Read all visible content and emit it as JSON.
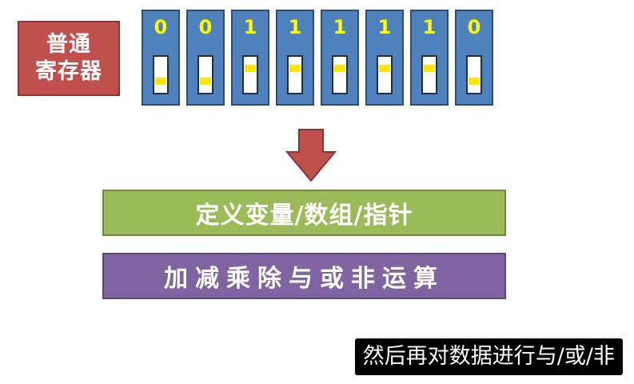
{
  "register_label": {
    "line1": "普通",
    "line2": "寄存器"
  },
  "bits": [
    {
      "value": "0",
      "switch_level": 0
    },
    {
      "value": "0",
      "switch_level": 0
    },
    {
      "value": "1",
      "switch_level": 1
    },
    {
      "value": "1",
      "switch_level": 1
    },
    {
      "value": "1",
      "switch_level": 1
    },
    {
      "value": "1",
      "switch_level": 1
    },
    {
      "value": "1",
      "switch_level": 1
    },
    {
      "value": "0",
      "switch_level": 0
    }
  ],
  "boxes": {
    "define": "定义变量/数组/指针",
    "operations": "加减乘除与或非运算"
  },
  "subtitle": "然后再对数据进行与/或/非",
  "colors": {
    "register_label": "#c0504d",
    "bit_cell": "#4f81bd",
    "bit_text": "#ffff00",
    "arrow": "#c0504d",
    "define_box": "#9bbb59",
    "operations_box": "#8064a2"
  }
}
